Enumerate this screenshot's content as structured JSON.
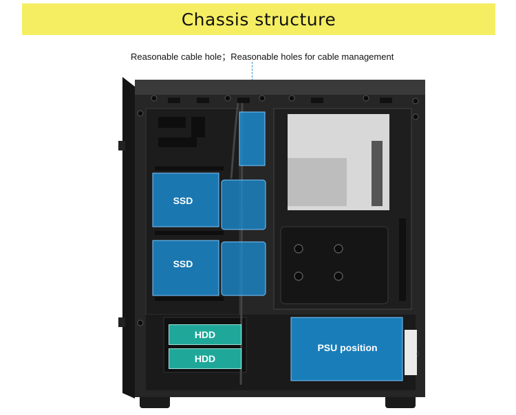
{
  "title": "Chassis structure",
  "annotation": {
    "cable_hole": "Reasonable cable hole；Reasonable holes for cable management"
  },
  "labels": {
    "ssd_top": "SSD",
    "ssd_bottom": "SSD",
    "hdd_top": "HDD",
    "hdd_bottom": "HDD",
    "psu": "PSU position"
  },
  "colors": {
    "banner": "#f5ee62",
    "highlight_blue": "#1a8fd6",
    "hdd_green": "#1fa89a",
    "chassis": "#202020"
  }
}
